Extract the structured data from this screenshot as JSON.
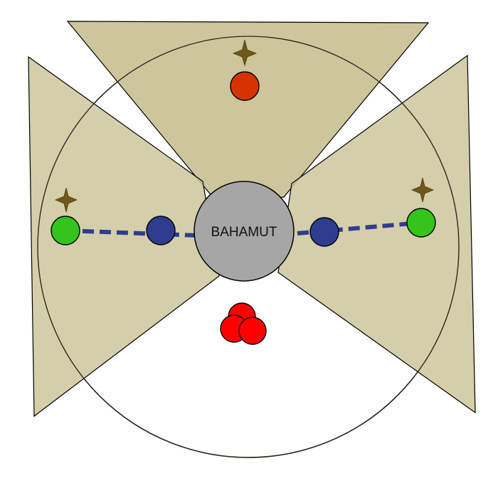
{
  "boss": {
    "label": "BAHAMUT"
  },
  "legend_colors": {
    "cone_fill": "#cdc59c",
    "cone_stroke": "#000000",
    "arena_stroke": "#2a2318",
    "boss_fill": "#a6a6a6",
    "tether_color": "#2f3d8f",
    "blue_marker": "#2f3d8f",
    "green_marker": "#34c41c",
    "red_marker": "#ff0000",
    "top_red_marker": "#d63300",
    "star_color": "#6e5a18"
  },
  "markers": [
    {
      "name": "top-red-marker",
      "kind": "red"
    },
    {
      "name": "left-green-marker",
      "kind": "green"
    },
    {
      "name": "left-blue-marker",
      "kind": "blue"
    },
    {
      "name": "right-blue-marker",
      "kind": "blue"
    },
    {
      "name": "right-green-marker",
      "kind": "green"
    },
    {
      "name": "stack-red-marker-1",
      "kind": "red"
    },
    {
      "name": "stack-red-marker-2",
      "kind": "red"
    },
    {
      "name": "stack-red-marker-3",
      "kind": "red"
    }
  ],
  "icons": [
    {
      "name": "top-star-icon",
      "symbol": "four-point-star"
    },
    {
      "name": "left-star-icon",
      "symbol": "four-point-star"
    },
    {
      "name": "right-star-icon",
      "symbol": "four-point-star"
    }
  ]
}
